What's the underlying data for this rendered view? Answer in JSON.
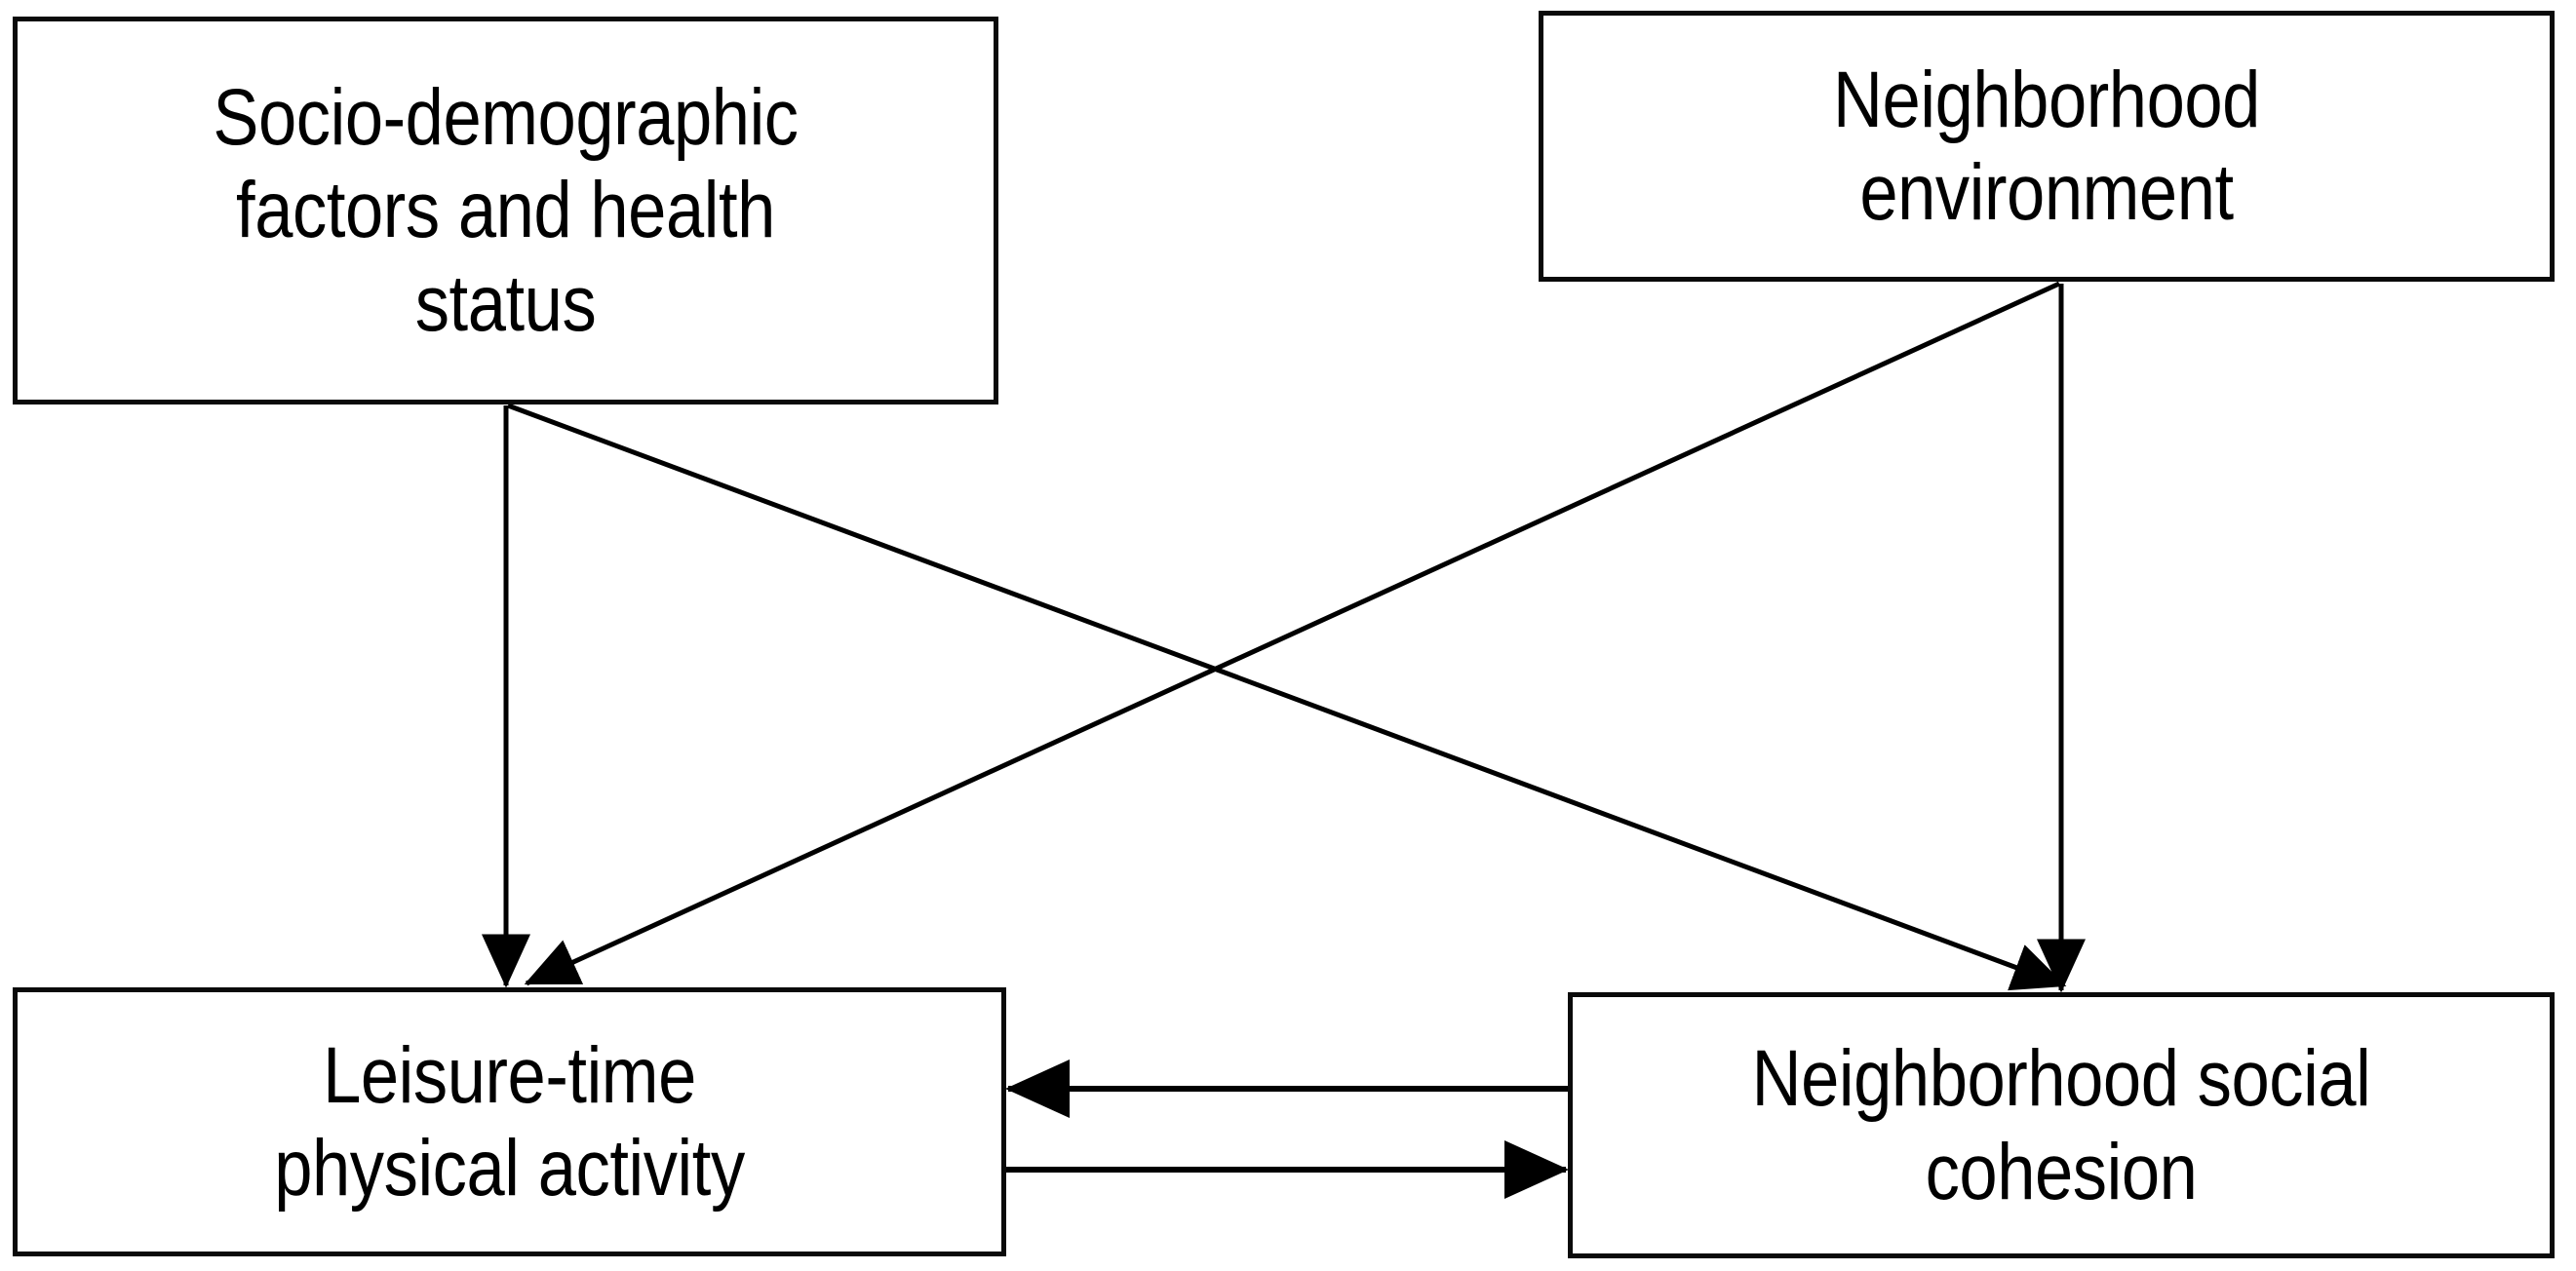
{
  "figure": {
    "type": "conceptual-path-diagram",
    "background_color": "#ffffff",
    "line_color": "#000000",
    "box_border_color": "#000000"
  },
  "nodes": {
    "socio": {
      "id": "socio-demographic-factors-and-health-status",
      "label": "Socio-demographic\nfactors and health\nstatus"
    },
    "neighborhood_environment": {
      "id": "neighborhood-environment",
      "label": "Neighborhood\nenvironment"
    },
    "leisure_time_physical_activity": {
      "id": "leisure-time-physical-activity",
      "label": "Leisure-time\nphysical activity"
    },
    "neighborhood_social_cohesion": {
      "id": "neighborhood-social-cohesion",
      "label": "Neighborhood social\ncohesion"
    }
  },
  "edges": [
    {
      "id": "socio-to-ltpa",
      "from": "socio",
      "to": "leisure_time_physical_activity",
      "style": "straight",
      "arrow": "single"
    },
    {
      "id": "socio-to-cohesion",
      "from": "socio",
      "to": "neighborhood_social_cohesion",
      "style": "diagonal",
      "arrow": "single"
    },
    {
      "id": "environment-to-ltpa",
      "from": "neighborhood_environment",
      "to": "leisure_time_physical_activity",
      "style": "diagonal",
      "arrow": "single"
    },
    {
      "id": "environment-to-cohesion",
      "from": "neighborhood_environment",
      "to": "neighborhood_social_cohesion",
      "style": "straight",
      "arrow": "single"
    },
    {
      "id": "cohesion-to-ltpa",
      "from": "neighborhood_social_cohesion",
      "to": "leisure_time_physical_activity",
      "style": "horizontal",
      "arrow": "single"
    },
    {
      "id": "ltpa-to-cohesion",
      "from": "leisure_time_physical_activity",
      "to": "neighborhood_social_cohesion",
      "style": "horizontal",
      "arrow": "single"
    }
  ]
}
